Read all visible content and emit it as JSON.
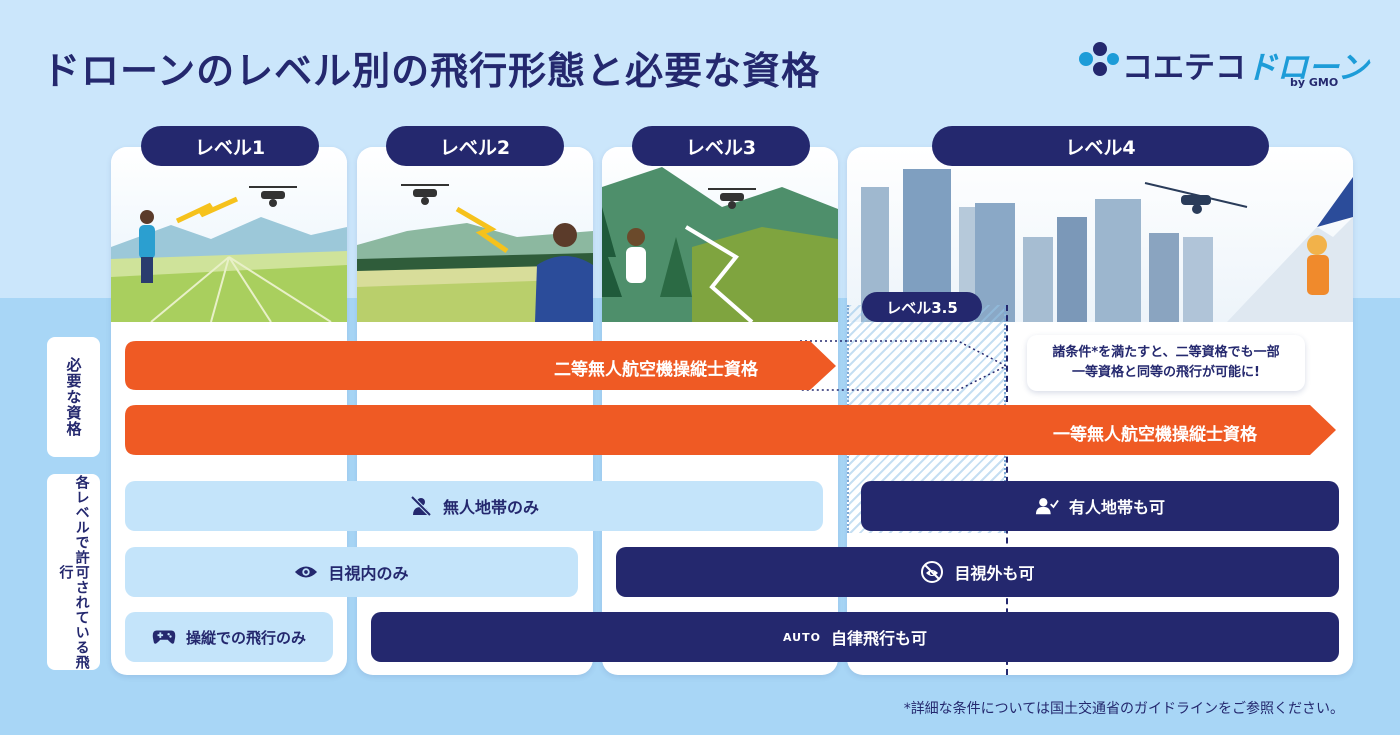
{
  "title": "ドローンのレベル別の飛行形態と必要な資格",
  "logo": {
    "name_part1": "コエテコ",
    "name_part2": "ドローン",
    "by": "by GMO"
  },
  "levels": [
    {
      "label": "レベル1"
    },
    {
      "label": "レベル2"
    },
    {
      "label": "レベル3"
    },
    {
      "label": "レベル4"
    }
  ],
  "level35_label": "レベル3.5",
  "side_labels": {
    "qualification": "必要な資格",
    "permitted": "各レベルで許可されている飛行"
  },
  "qualifications": {
    "second_class": "二等無人航空機操縦士資格",
    "first_class": "一等無人航空機操縦士資格",
    "note_line1": "諸条件*を満たすと、二等資格でも一部",
    "note_line2": "一等資格と同等の飛行が可能に!"
  },
  "flights": {
    "unmanned_only": "無人地帯のみ",
    "manned_ok": "有人地帯も可",
    "visual_only": "目視内のみ",
    "beyond_visual_ok": "目視外も可",
    "manual_only": "操縦での飛行のみ",
    "auto_icon": "AUTO",
    "autonomous_ok": "自律飛行も可"
  },
  "footnote": "*詳細な条件については国土交通省のガイドラインをご参照ください。",
  "colors": {
    "navy": "#24286e",
    "orange": "#ef5a24",
    "light_blue": "#c4e4fa",
    "background": "#cbe6fb"
  },
  "icons": [
    "no-person-icon",
    "person-check-icon",
    "eye-icon",
    "eye-off-icon",
    "gamepad-icon",
    "drone-icon"
  ]
}
